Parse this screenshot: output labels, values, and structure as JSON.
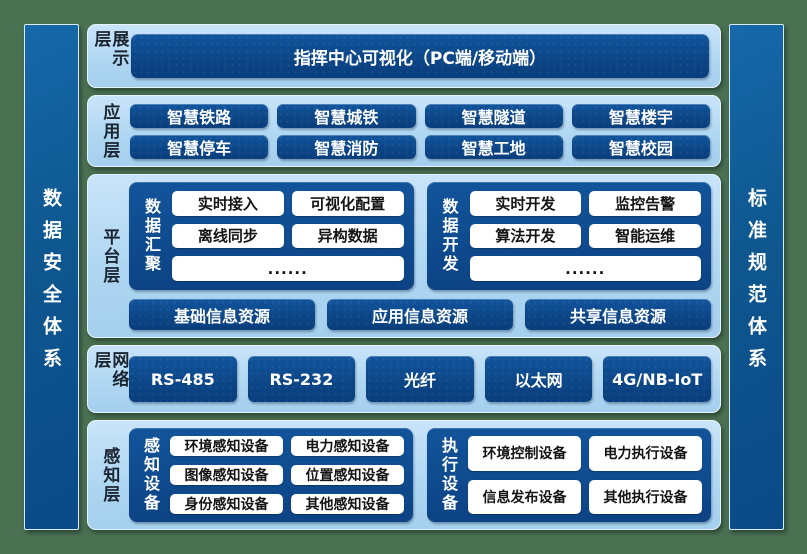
{
  "palette": {
    "page_background": "#4b7153",
    "panel_light_blue": "#aed6f2",
    "box_dark_blue": "#0c4687",
    "white_box": "#ffffff",
    "text_on_dark": "#ffffff",
    "layer_label_text": "#1b2530"
  },
  "pillars": {
    "left": {
      "label": "数据安全体系"
    },
    "right": {
      "label": "标准规范体系"
    }
  },
  "layers": {
    "display": {
      "label": "展示层",
      "box": "指挥中心可视化（PC端/移动端）"
    },
    "application": {
      "label": "应用层",
      "items": [
        "智慧铁路",
        "智慧城铁",
        "智慧隧道",
        "智慧楼宇",
        "智慧停车",
        "智慧消防",
        "智慧工地",
        "智慧校园"
      ]
    },
    "platform": {
      "label": "平台层",
      "groups": [
        {
          "label": "数据汇聚",
          "items": [
            "实时接入",
            "可视化配置",
            "离线同步",
            "异构数据"
          ],
          "more": "......"
        },
        {
          "label": "数据开发",
          "items": [
            "实时开发",
            "监控告警",
            "算法开发",
            "智能运维"
          ],
          "more": "......"
        }
      ],
      "resources": [
        "基础信息资源",
        "应用信息资源",
        "共享信息资源"
      ]
    },
    "network": {
      "label": "网络层",
      "items": [
        "RS-485",
        "RS-232",
        "光纤",
        "以太网",
        "4G/NB-IoT"
      ]
    },
    "perception": {
      "label": "感知层",
      "groups": [
        {
          "label": "感知设备",
          "items": [
            "环境感知设备",
            "电力感知设备",
            "图像感知设备",
            "位置感知设备",
            "身份感知设备",
            "其他感知设备"
          ]
        },
        {
          "label": "执行设备",
          "items": [
            "环境控制设备",
            "电力执行设备",
            "信息发布设备",
            "其他执行设备"
          ]
        }
      ]
    }
  }
}
